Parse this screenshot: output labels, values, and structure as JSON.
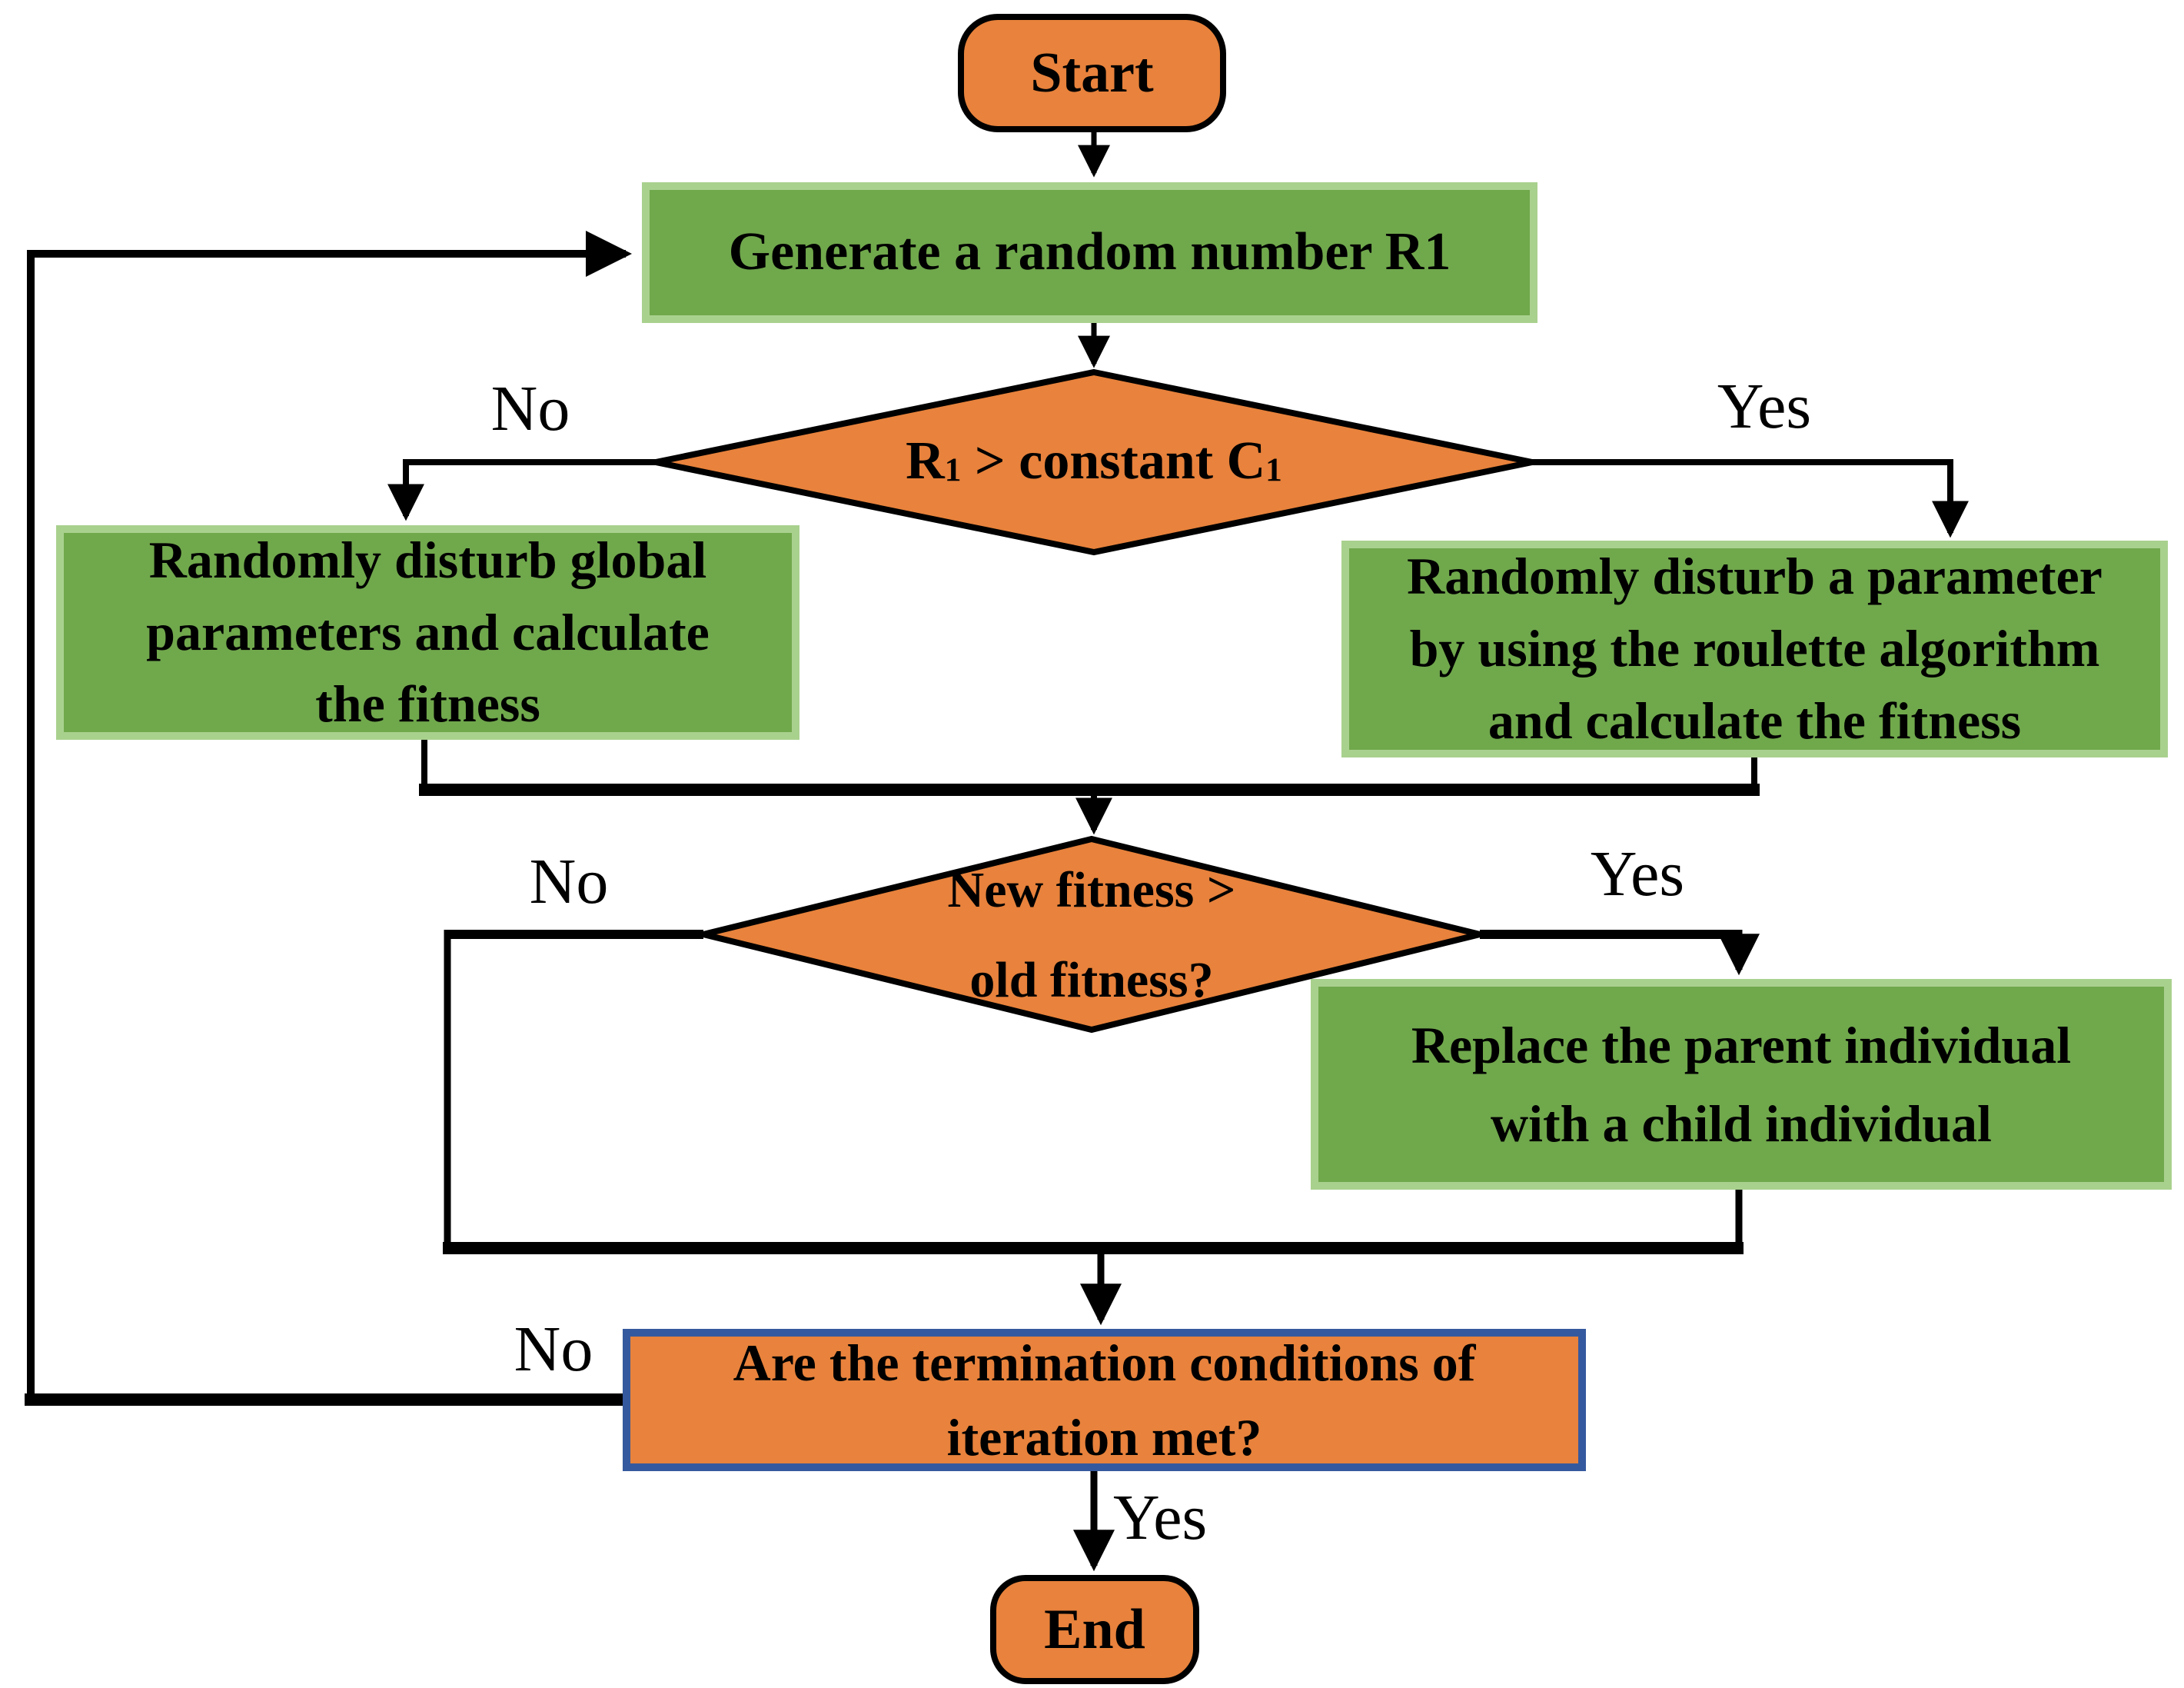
{
  "colors": {
    "orange": "#E8823C",
    "green": "#70A84C",
    "green_light": "#A9D18E",
    "blue": "#35599E",
    "line": "#000000",
    "background": "#FFFFFF"
  },
  "flowchart": {
    "start": "Start",
    "generate": "Generate a random number R1",
    "decision1": {
      "r": "R",
      "r_sub": "1",
      "middle": " > constant C",
      "c_sub": "1"
    },
    "branch1_no": "No",
    "branch1_yes": "Yes",
    "disturb_global": [
      "Randomly disturb global",
      "parameters and calculate",
      "the fitness"
    ],
    "disturb_parameter": [
      "Randomly disturb a parameter",
      "by using the roulette algorithm",
      "and calculate the fitness"
    ],
    "decision2": [
      "New fitness >",
      "old fitness?"
    ],
    "branch2_no": "No",
    "branch2_yes": "Yes",
    "replace": [
      "Replace the parent individual",
      "with a child individual"
    ],
    "termination": [
      "Are the termination conditions of",
      "iteration met?"
    ],
    "branch3_no": "No",
    "branch3_yes": "Yes",
    "end": "End"
  }
}
